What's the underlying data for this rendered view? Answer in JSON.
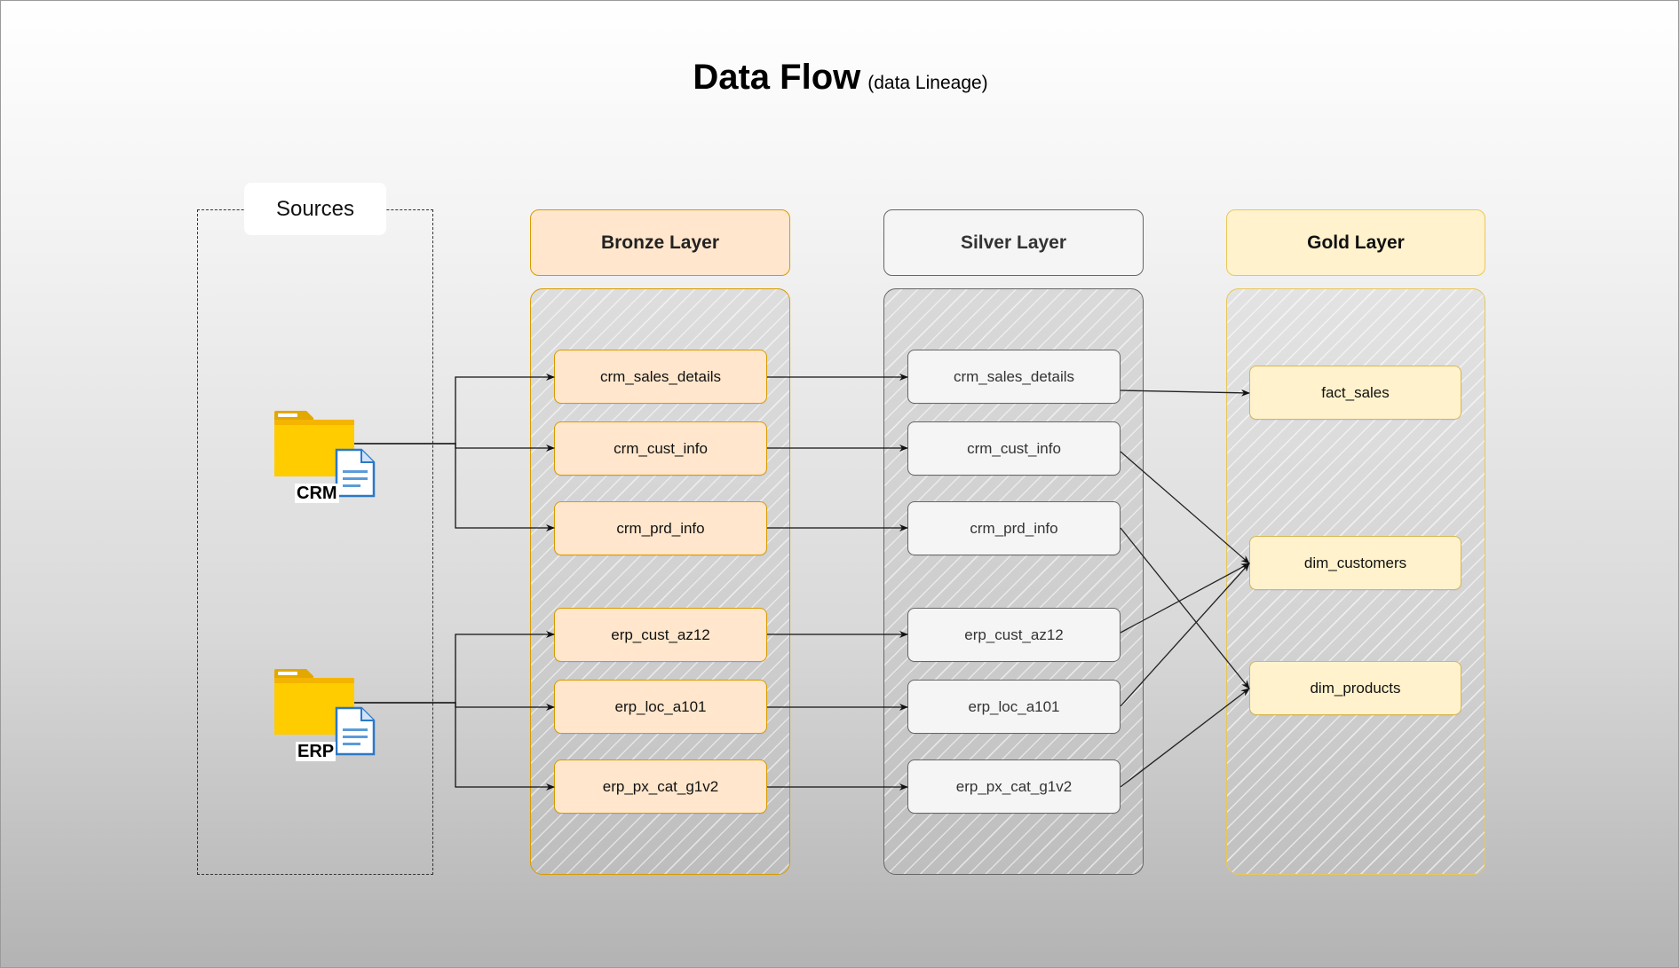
{
  "title": {
    "main": "Data Flow",
    "sub": "(data Lineage)"
  },
  "sources": {
    "label": "Sources",
    "items": [
      {
        "id": "crm",
        "label": "CRM",
        "icon": "folder-document-icon"
      },
      {
        "id": "erp",
        "label": "ERP",
        "icon": "folder-document-icon"
      }
    ]
  },
  "layers": {
    "bronze": {
      "label": "Bronze Layer",
      "colors": {
        "fill": "#ffe6cc",
        "stroke": "#d79b00",
        "header_text": "#222222",
        "node_text": "#111111"
      },
      "tables": [
        "crm_sales_details",
        "crm_cust_info",
        "crm_prd_info",
        "erp_cust_az12",
        "erp_loc_a101",
        "erp_px_cat_g1v2"
      ]
    },
    "silver": {
      "label": "Silver Layer",
      "colors": {
        "fill": "#f5f5f5",
        "stroke": "#666666",
        "header_text": "#333333",
        "node_text": "#333333"
      },
      "tables": [
        "crm_sales_details",
        "crm_cust_info",
        "crm_prd_info",
        "erp_cust_az12",
        "erp_loc_a101",
        "erp_px_cat_g1v2"
      ]
    },
    "gold": {
      "label": "Gold Layer",
      "colors": {
        "fill": "#fff2cc",
        "stroke": "#d6b656",
        "header_text": "#111111",
        "node_text": "#111111"
      },
      "tables": [
        "fact_sales",
        "dim_customers",
        "dim_products"
      ]
    }
  },
  "edges": [
    {
      "from": "crm",
      "to": "bronze.crm_sales_details"
    },
    {
      "from": "crm",
      "to": "bronze.crm_cust_info"
    },
    {
      "from": "crm",
      "to": "bronze.crm_prd_info"
    },
    {
      "from": "erp",
      "to": "bronze.erp_cust_az12"
    },
    {
      "from": "erp",
      "to": "bronze.erp_loc_a101"
    },
    {
      "from": "erp",
      "to": "bronze.erp_px_cat_g1v2"
    },
    {
      "from": "bronze.crm_sales_details",
      "to": "silver.crm_sales_details"
    },
    {
      "from": "bronze.crm_cust_info",
      "to": "silver.crm_cust_info"
    },
    {
      "from": "bronze.crm_prd_info",
      "to": "silver.crm_prd_info"
    },
    {
      "from": "bronze.erp_cust_az12",
      "to": "silver.erp_cust_az12"
    },
    {
      "from": "bronze.erp_loc_a101",
      "to": "silver.erp_loc_a101"
    },
    {
      "from": "bronze.erp_px_cat_g1v2",
      "to": "silver.erp_px_cat_g1v2"
    },
    {
      "from": "silver.crm_sales_details",
      "to": "gold.fact_sales"
    },
    {
      "from": "silver.crm_cust_info",
      "to": "gold.dim_customers"
    },
    {
      "from": "silver.erp_cust_az12",
      "to": "gold.dim_customers"
    },
    {
      "from": "silver.erp_loc_a101",
      "to": "gold.dim_customers"
    },
    {
      "from": "silver.crm_prd_info",
      "to": "gold.dim_products"
    },
    {
      "from": "silver.erp_px_cat_g1v2",
      "to": "gold.dim_products"
    }
  ]
}
